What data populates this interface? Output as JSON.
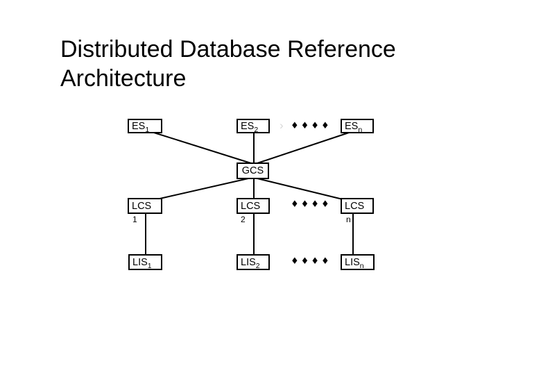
{
  "title": {
    "line1": "Distributed Database Reference",
    "line2": "Architecture"
  },
  "diagram": {
    "es_boxes": [
      {
        "base": "ES",
        "sub": "1"
      },
      {
        "base": "ES",
        "sub": "2"
      },
      {
        "base": "ES",
        "sub": "n"
      }
    ],
    "gcs_label": "GCS",
    "lcs_boxes": [
      {
        "base": "LCS",
        "sub": "1"
      },
      {
        "base": "LCS",
        "sub": "2"
      },
      {
        "base": "LCS",
        "sub": "n"
      }
    ],
    "lis_boxes": [
      {
        "base": "LIS",
        "sub": "1"
      },
      {
        "base": "LIS",
        "sub": "2"
      },
      {
        "base": "LIS",
        "sub": "n"
      }
    ],
    "ellipsis": "♦♦♦♦"
  },
  "colors": {
    "background": "#ffffff",
    "text": "#000000",
    "line": "#000000"
  }
}
